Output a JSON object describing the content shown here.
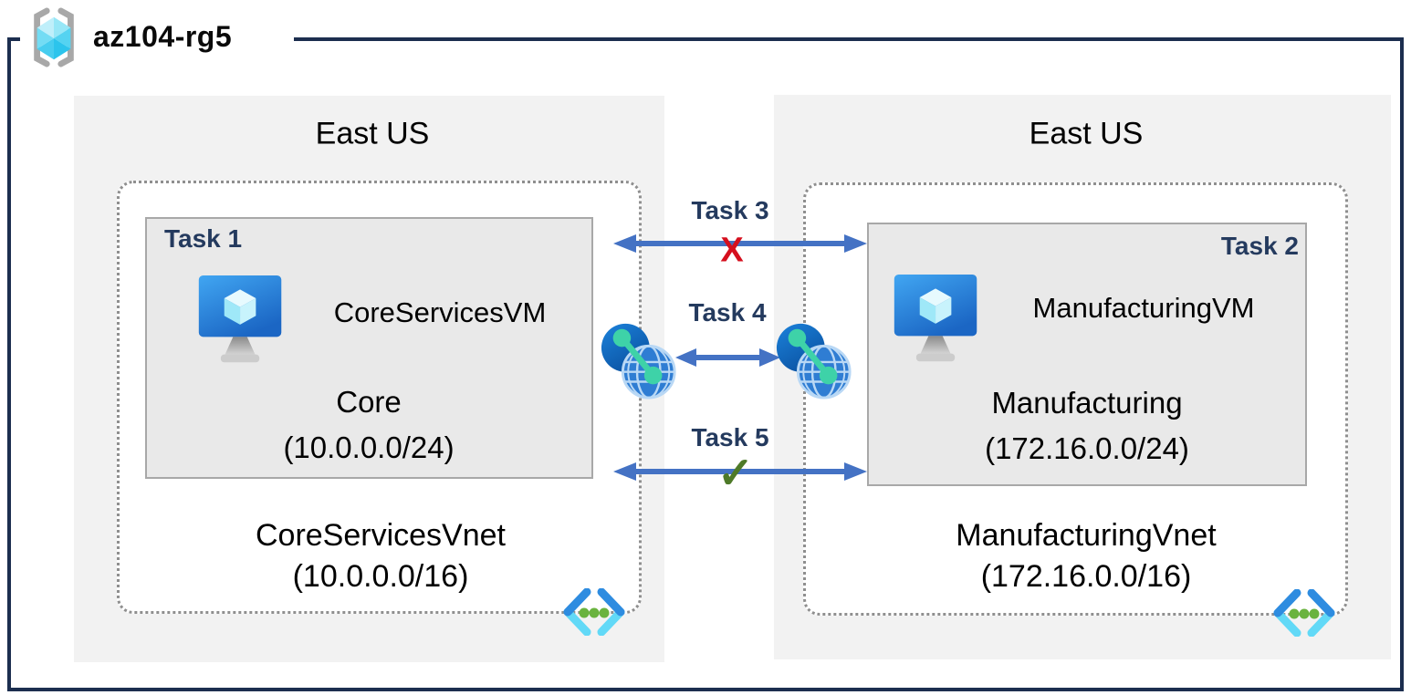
{
  "title": "az104-rg5",
  "regions": [
    {
      "name": "East US",
      "vnet": {
        "name": "CoreServicesVnet",
        "cidr": "(10.0.0.0/16)",
        "subnet": {
          "task_label": "Task 1",
          "vm_name": "CoreServicesVM",
          "name": "Core",
          "cidr": "(10.0.0.0/24)"
        }
      }
    },
    {
      "name": "East US",
      "vnet": {
        "name": "ManufacturingVnet",
        "cidr": "(172.16.0.0/16)",
        "subnet": {
          "task_label": "Task 2",
          "vm_name": "ManufacturingVM",
          "name": "Manufacturing",
          "cidr": "(172.16.0.0/24)"
        }
      }
    }
  ],
  "connections": [
    {
      "label": "Task 3",
      "marker": "X"
    },
    {
      "label": "Task 4",
      "marker": ""
    },
    {
      "label": "Task 5",
      "marker": "✓"
    }
  ],
  "colors": {
    "frame_border": "#1c2e4f",
    "arrow": "#4472c4",
    "blocked_x": "#d50f1e",
    "allowed_check": "#4e7a28",
    "task_label": "#243a5e",
    "region_fill": "#f2f2f2",
    "subnet_fill": "#e9e9e9"
  }
}
